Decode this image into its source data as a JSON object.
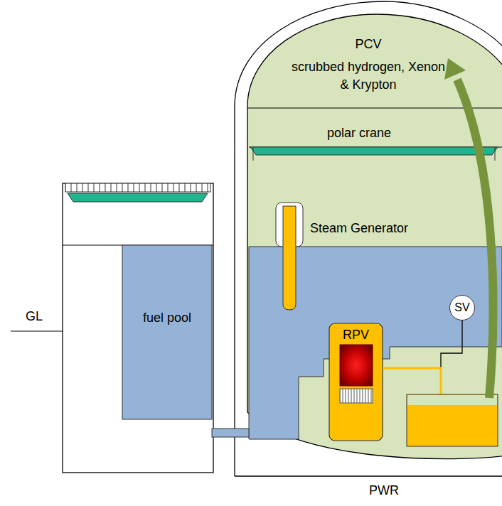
{
  "diagram": {
    "nodes": [
      {
        "text": [
          "PCV",
          "scrubbed hydrogen, Xenon & Krypton"
        ]
      },
      {
        "text": [
          "fuel pool"
        ]
      },
      {
        "text": [
          "RPV"
        ],
        "in": 0
      },
      {
        "text": [
          "SV"
        ],
        "in": 0
      }
    ],
    "labels": [
      "polar crane",
      "Steam Generator",
      "GL",
      "PWR"
    ]
  }
}
